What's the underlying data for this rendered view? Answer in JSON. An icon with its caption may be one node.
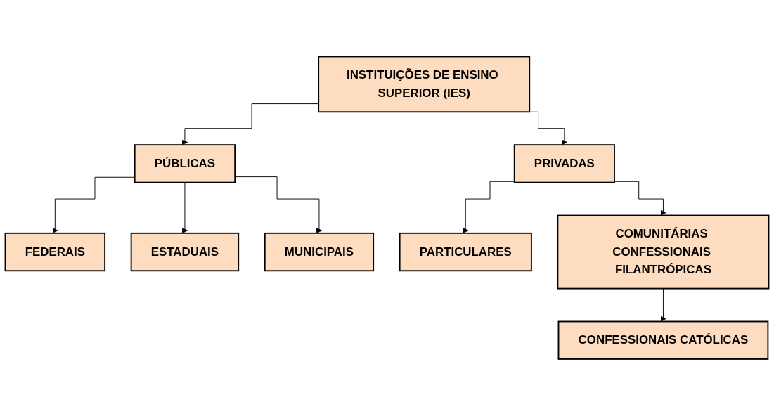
{
  "diagram": {
    "nodes": [
      {
        "text": [
          "INSTITUIÇÕES DE ENSINO SUPERIOR (IES)"
        ]
      },
      {
        "text": [
          "PÚBLICAS"
        ]
      },
      {
        "text": [
          "PRIVADAS"
        ]
      },
      {
        "text": [
          "FEDERAIS"
        ]
      },
      {
        "text": [
          "ESTADUAIS"
        ]
      },
      {
        "text": [
          "MUNICIPAIS"
        ]
      },
      {
        "text": [
          "PARTICULARES"
        ]
      },
      {
        "text": [
          "COMUNITÁRIAS CONFESSIONAIS FILANTRÓPICAS"
        ]
      },
      {
        "text": [
          "CONFESSIONAIS CATÓLICAS"
        ]
      }
    ],
    "edges": [
      {
        "from": 0,
        "to": 1,
        "arrow": "to"
      },
      {
        "from": 0,
        "to": 2,
        "arrow": "to"
      },
      {
        "from": 1,
        "to": 3,
        "arrow": "to"
      },
      {
        "from": 1,
        "to": 4,
        "arrow": "to"
      },
      {
        "from": 1,
        "to": 5,
        "arrow": "to"
      },
      {
        "from": 2,
        "to": 6,
        "arrow": "to"
      },
      {
        "from": 2,
        "to": 7,
        "arrow": "to"
      },
      {
        "from": 7,
        "to": 8,
        "arrow": "to"
      }
    ]
  }
}
